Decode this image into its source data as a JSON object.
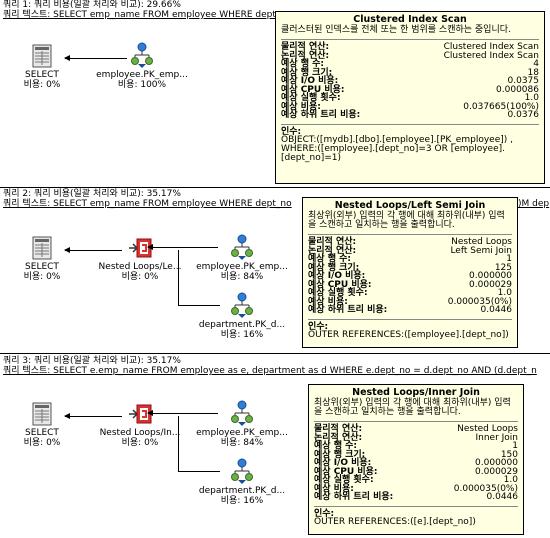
{
  "queries": [
    {
      "cost_line": "쿼리 1: 쿼리 비용(일괄 처리와 비교): 29.66%",
      "text_line": "쿼리 텍스트:  SELECT emp_name  FROM employee  WHERE dept_no",
      "nodes": {
        "select": {
          "label": "SELECT",
          "cost": "비용: 0%"
        },
        "scan": {
          "label": "employee.PK_emp...",
          "cost": "비용: 100%"
        }
      },
      "tooltip": {
        "title": "Clustered Index Scan",
        "desc": "클러스터된 인덱스를 전체 또는 한 범위를 스캔하는 중입니다.",
        "rows": [
          {
            "k": "물리적 연산:",
            "v": "Clustered Index Scan"
          },
          {
            "k": "논리적 연산:",
            "v": "Clustered Index Scan"
          },
          {
            "k": "예상 행 수:",
            "v": "4"
          },
          {
            "k": "예상 행 크기:",
            "v": "18"
          },
          {
            "k": "예상 I/O 비용:",
            "v": "0.0375"
          },
          {
            "k": "예상 CPU 비용:",
            "v": "0.000086"
          },
          {
            "k": "예상 실행 횟수:",
            "v": "1.0"
          },
          {
            "k": "예상 비용:",
            "v": "0.037665(100%)"
          },
          {
            "k": "예상 하위 트리 비용:",
            "v": "0.0376"
          }
        ],
        "arg_header": "인수:",
        "arg_text": "OBJECT:([mydb].[dbo].[employee].[PK_employee]) , WHERE:([employee].[dept_no]=3 OR [employee].[dept_no]=1)"
      }
    },
    {
      "cost_line": "쿼리 2: 쿼리 비용(일괄 처리와 비교): 35.17%",
      "text_line": "쿼리 텍스트:  SELECT emp_name  FROM employee  WHERE dept_no",
      "tail_text": ")M dep",
      "nodes": {
        "select": {
          "label": "SELECT",
          "cost": "비용: 0%"
        },
        "loop": {
          "label": "Nested Loops/Le...",
          "cost": "비용: 0%"
        },
        "emp": {
          "label": "employee.PK_emp...",
          "cost": "비용: 84%"
        },
        "dept": {
          "label": "department.PK_d...",
          "cost": "비용: 16%"
        }
      },
      "tooltip": {
        "title": "Nested Loops/Left Semi Join",
        "desc": "최상위(외부) 입력의 각 행에 대해 최하위(내부) 입력을 스캔하고 일치하는 행을 출력합니다.",
        "rows": [
          {
            "k": "물리적 연산:",
            "v": "Nested Loops"
          },
          {
            "k": "논리적 연산:",
            "v": "Left Semi Join"
          },
          {
            "k": "예상 행 수:",
            "v": "1"
          },
          {
            "k": "예상 행 크기:",
            "v": "125"
          },
          {
            "k": "예상 I/O 비용:",
            "v": "0.000000"
          },
          {
            "k": "예상 CPU 비용:",
            "v": "0.000029"
          },
          {
            "k": "예상 실행 횟수:",
            "v": "1.0"
          },
          {
            "k": "예상 비용:",
            "v": "0.000035(0%)"
          },
          {
            "k": "예상 하위 트리 비용:",
            "v": "0.0446"
          }
        ],
        "arg_header": "인수:",
        "arg_text": "OUTER REFERENCES:([employee].[dept_no])"
      }
    },
    {
      "cost_line": "쿼리 3: 쿼리 비용(일괄 처리와 비교): 35.17%",
      "text_line": "쿼리 텍스트:  SELECT e.emp_name  FROM employee as e, department as d  WHERE e.dept_no = d.dept_no AND (d.dept_n",
      "nodes": {
        "select": {
          "label": "SELECT",
          "cost": "비용: 0%"
        },
        "loop": {
          "label": "Nested Loops/In...",
          "cost": "비용: 0%"
        },
        "emp": {
          "label": "employee.PK_emp...",
          "cost": "비용: 84%"
        },
        "dept": {
          "label": "department.PK_d...",
          "cost": "비용: 16%"
        }
      },
      "tooltip": {
        "title": "Nested Loops/Inner Join",
        "desc": "최상위(외부) 입력의 각 행에 대해 최하위(내부) 입력을 스캔하고 일치하는 행을 출력합니다.",
        "rows": [
          {
            "k": "물리적 연산:",
            "v": "Nested Loops"
          },
          {
            "k": "논리적 연산:",
            "v": "Inner Join"
          },
          {
            "k": "예상 행 수:",
            "v": "1"
          },
          {
            "k": "예상 행 크기:",
            "v": "150"
          },
          {
            "k": "예상 I/O 비용:",
            "v": "0.000000"
          },
          {
            "k": "예상 CPU 비용:",
            "v": "0.000029"
          },
          {
            "k": "예상 실행 횟수:",
            "v": "1.0"
          },
          {
            "k": "예상 비용:",
            "v": "0.000035(0%)"
          },
          {
            "k": "예상 하위 트리 비용:",
            "v": "0.0446"
          }
        ],
        "arg_header": "인수:",
        "arg_text": "OUTER REFERENCES:([e].[dept_no])"
      }
    }
  ],
  "icons": {
    "select": "select-table-icon",
    "scan": "clustered-index-scan-icon",
    "loop": "nested-loops-icon"
  },
  "colors": {
    "tooltip_bg": "#ffffe1",
    "loop_icon": "#d93030",
    "scan_icon": "#2f7fd8"
  }
}
